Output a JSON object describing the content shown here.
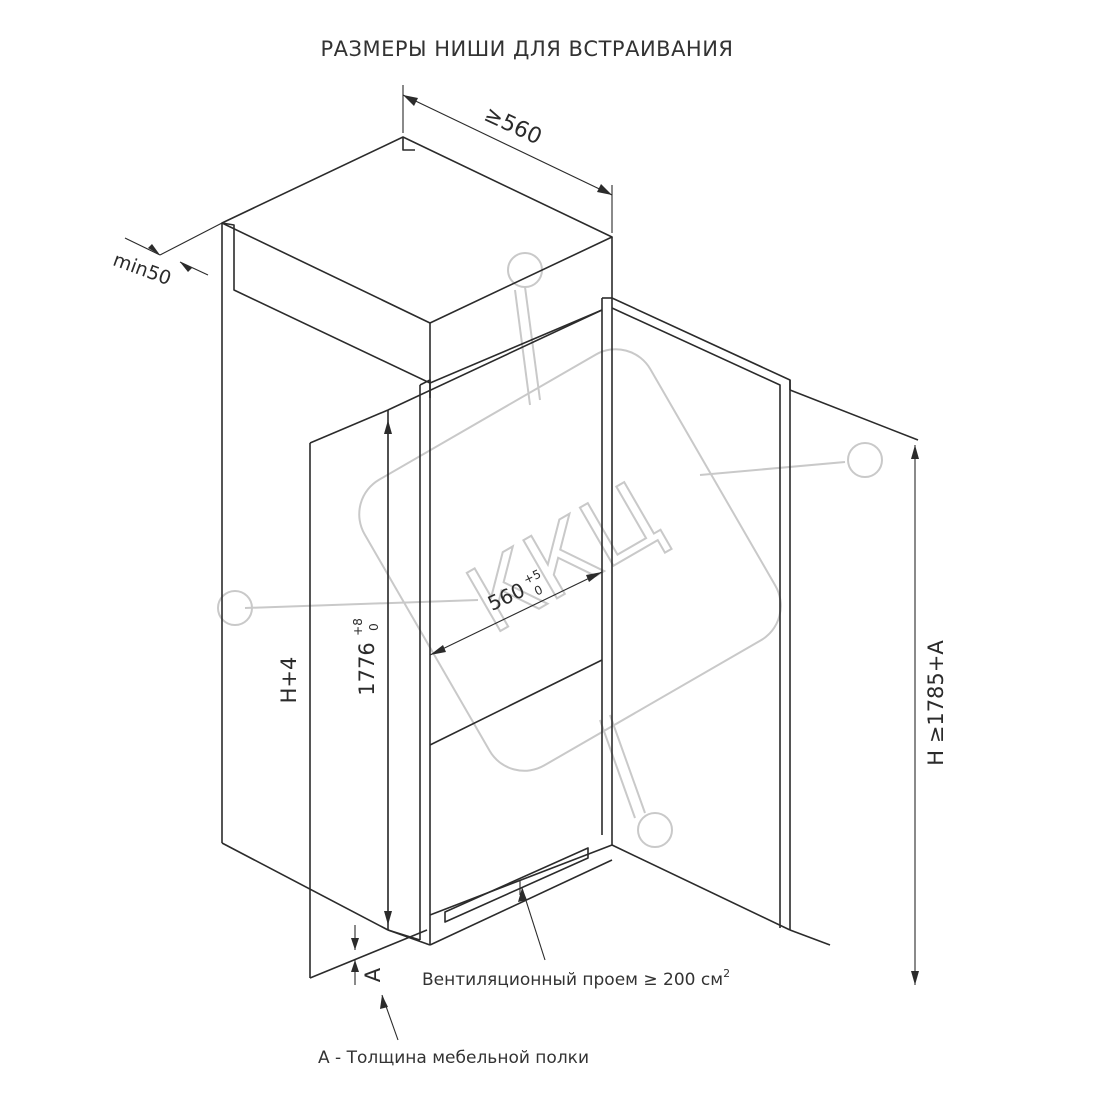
{
  "title": "РАЗМЕРЫ НИШИ ДЛЯ ВСТРАИВАНИЯ",
  "dimensions": {
    "depth": "≥560",
    "gap": "min50",
    "width_main": "560",
    "width_tol_upper": "+5",
    "width_tol_lower": "0",
    "height_main": "1776",
    "height_tol_upper": "+8",
    "height_tol_lower": "0",
    "h_plus": "H+4",
    "h_total": "H ≥1785+A",
    "a_label": "A"
  },
  "notes": {
    "ventilation": "Вентиляционный проем ≥ 200 см",
    "ventilation_sup": "2",
    "a_desc": "A - Толщина мебельной полки"
  },
  "watermark": {
    "text": "ККЦ"
  }
}
